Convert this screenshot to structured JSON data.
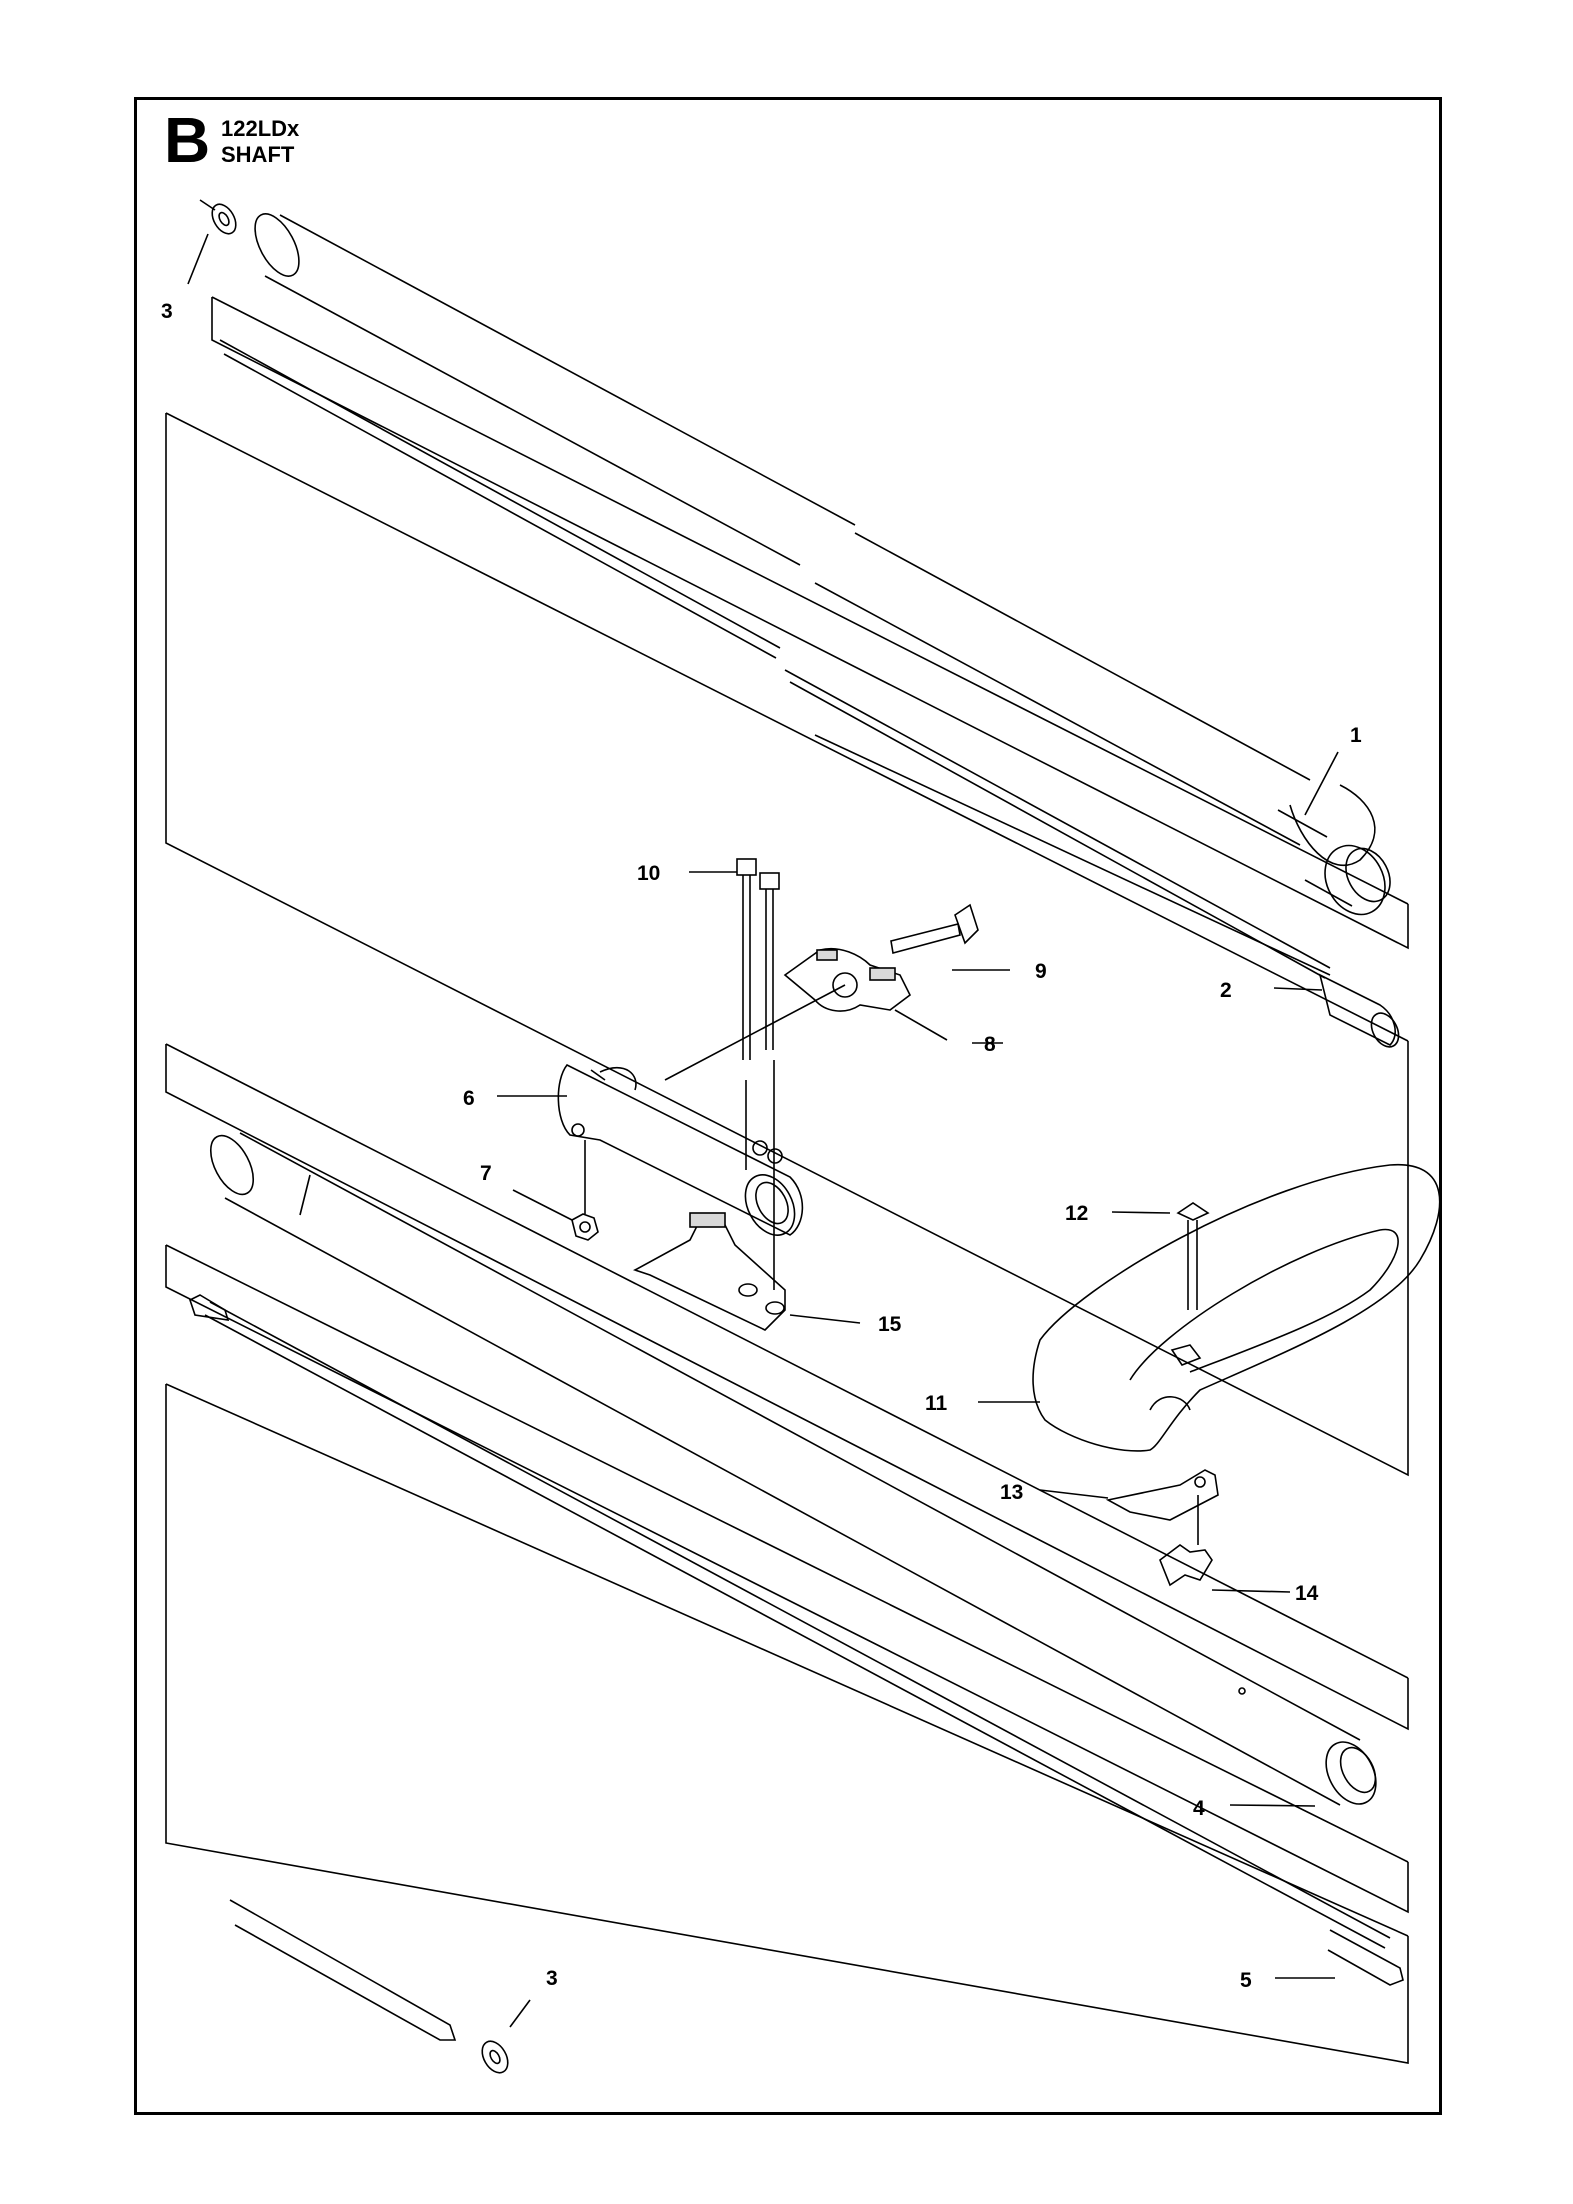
{
  "header": {
    "section_letter": "B",
    "model": "122LDx",
    "title": "SHAFT"
  },
  "callouts": [
    {
      "id": "c1",
      "label": "1",
      "part": "upper-shaft-tube"
    },
    {
      "id": "c2",
      "label": "2",
      "part": "shaft-coupling"
    },
    {
      "id": "c3a",
      "label": "3",
      "part": "lock-washer-top"
    },
    {
      "id": "c3b",
      "label": "3",
      "part": "lock-washer-bottom"
    },
    {
      "id": "c4",
      "label": "4",
      "part": "lower-shaft-tube"
    },
    {
      "id": "c5",
      "label": "5",
      "part": "lower-drive-shaft"
    },
    {
      "id": "c6",
      "label": "6",
      "part": "shaft-coupling-housing"
    },
    {
      "id": "c7",
      "label": "7",
      "part": "nut"
    },
    {
      "id": "c8",
      "label": "8",
      "part": "locking-knob"
    },
    {
      "id": "c9",
      "label": "9",
      "part": "knob-screw"
    },
    {
      "id": "c10",
      "label": "10",
      "part": "clamp-screws"
    },
    {
      "id": "c11",
      "label": "11",
      "part": "loop-handle"
    },
    {
      "id": "c12",
      "label": "12",
      "part": "handle-bolt"
    },
    {
      "id": "c13",
      "label": "13",
      "part": "handle-plate"
    },
    {
      "id": "c14",
      "label": "14",
      "part": "wing-nut"
    },
    {
      "id": "c15",
      "label": "15",
      "part": "clamp-lower-half"
    }
  ],
  "colors": {
    "ink": "#000000",
    "paper": "#ffffff",
    "shade": "#d9d9d9"
  }
}
